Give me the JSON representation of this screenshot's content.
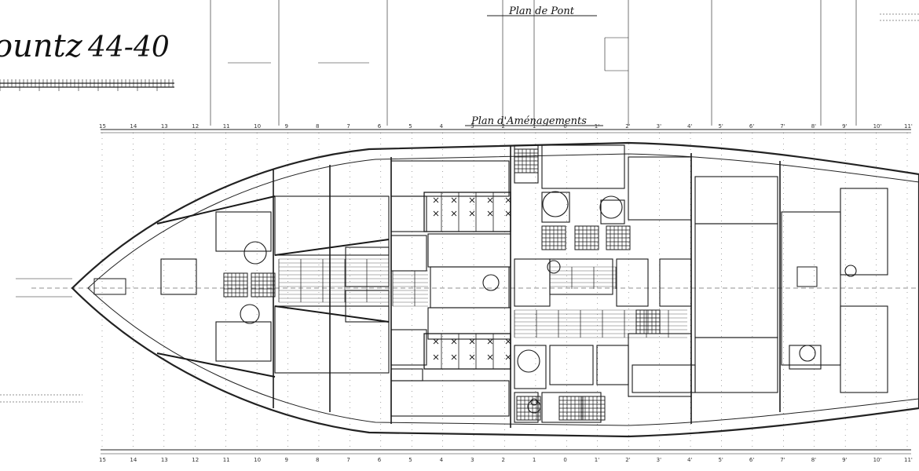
{
  "drawing": {
    "model_name": "ountz",
    "model_number": "44-40",
    "deck_plan_title": "Plan de Pont",
    "layout_plan_title": "Plan d'Aménagements",
    "station_labels_top": [
      "15",
      "14",
      "13",
      "12",
      "11",
      "10",
      "9",
      "8",
      "7",
      "6",
      "5",
      "4",
      "3",
      "2",
      "1",
      "0",
      "1'",
      "2'",
      "3'",
      "4'",
      "5'",
      "6'",
      "7'",
      "8'",
      "9'",
      "10'",
      "11'"
    ],
    "station_labels_bottom": [
      "15",
      "14",
      "13",
      "12",
      "11",
      "10",
      "9",
      "8",
      "7",
      "6",
      "5",
      "4",
      "3",
      "2",
      "1",
      "0",
      "1'",
      "2'",
      "3'",
      "4'",
      "5'",
      "6'",
      "7'",
      "8'",
      "9'",
      "10'",
      "11'"
    ]
  },
  "colors": {
    "ink": "#1a1a1a",
    "paper": "#ffffff"
  }
}
